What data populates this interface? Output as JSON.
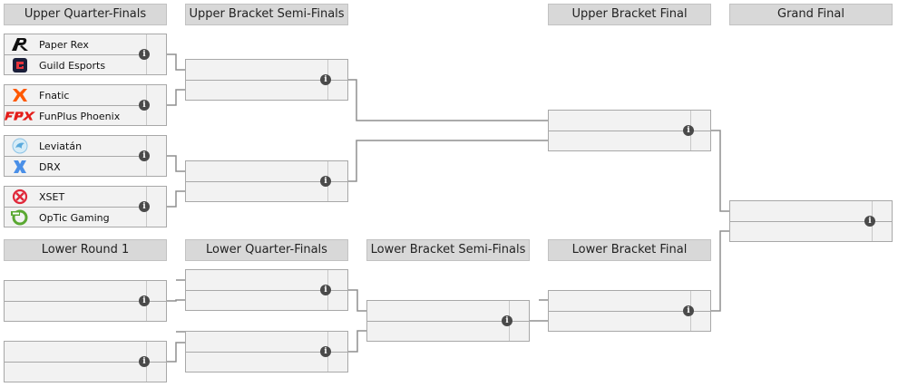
{
  "headers": {
    "upper_qf": "Upper Quarter-Finals",
    "upper_sf": "Upper Bracket Semi-Finals",
    "upper_final": "Upper Bracket Final",
    "grand_final": "Grand Final",
    "lower_r1": "Lower Round 1",
    "lower_qf": "Lower Quarter-Finals",
    "lower_sf": "Lower Bracket Semi-Finals",
    "lower_final": "Lower Bracket Final"
  },
  "upper_qf": [
    {
      "team1": {
        "name": "Paper Rex",
        "icon": "paper-rex-logo"
      },
      "team2": {
        "name": "Guild Esports",
        "icon": "guild-esports-logo"
      }
    },
    {
      "team1": {
        "name": "Fnatic",
        "icon": "fnatic-logo"
      },
      "team2": {
        "name": "FunPlus Phoenix",
        "icon": "funplus-phoenix-logo"
      }
    },
    {
      "team1": {
        "name": "Leviatán",
        "icon": "leviatan-logo"
      },
      "team2": {
        "name": "DRX",
        "icon": "drx-logo"
      }
    },
    {
      "team1": {
        "name": "XSET",
        "icon": "xset-logo"
      },
      "team2": {
        "name": "OpTic Gaming",
        "icon": "optic-gaming-logo"
      }
    }
  ],
  "colors": {
    "header_bg": "#d8d8d8",
    "match_bg": "#f2f2f2",
    "connector": "#8f8f8f",
    "info_icon": "#4a4a4a"
  }
}
